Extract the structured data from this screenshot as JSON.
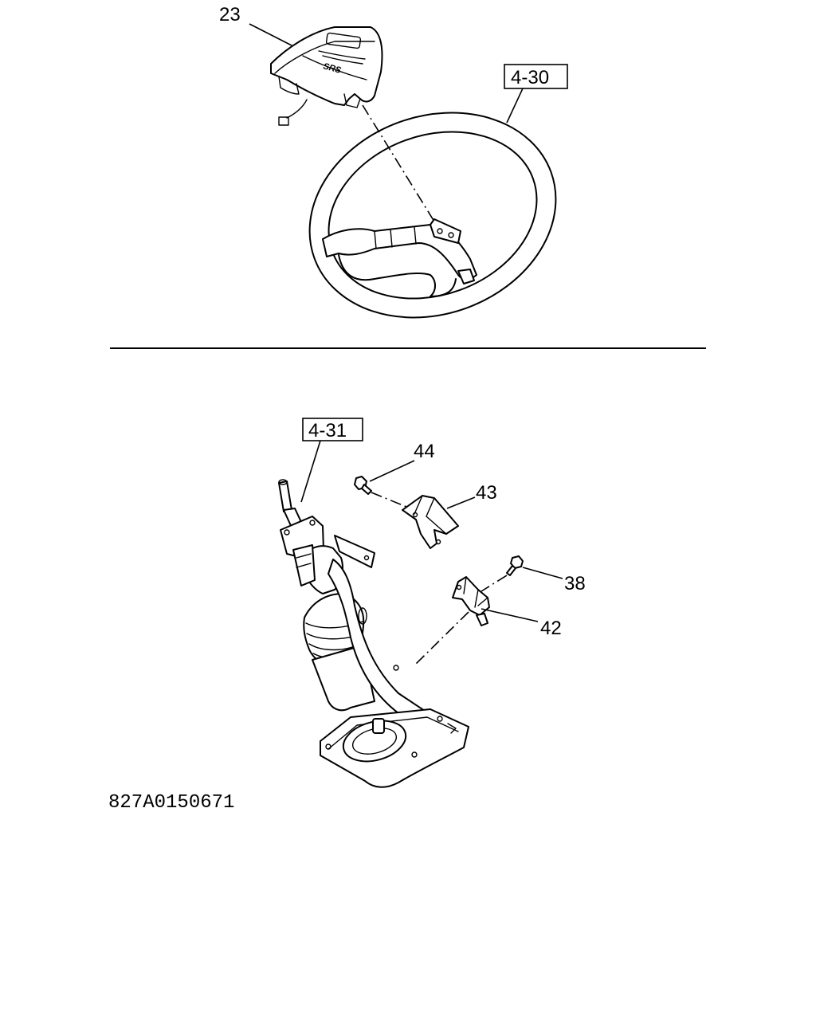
{
  "callouts": {
    "p23": "23",
    "ref_430": "4-30",
    "ref_431": "4-31",
    "p44": "44",
    "p43": "43",
    "p38": "38",
    "p42": "42"
  },
  "airbag_mark": "SRS",
  "drawing_code": "827A0150671"
}
